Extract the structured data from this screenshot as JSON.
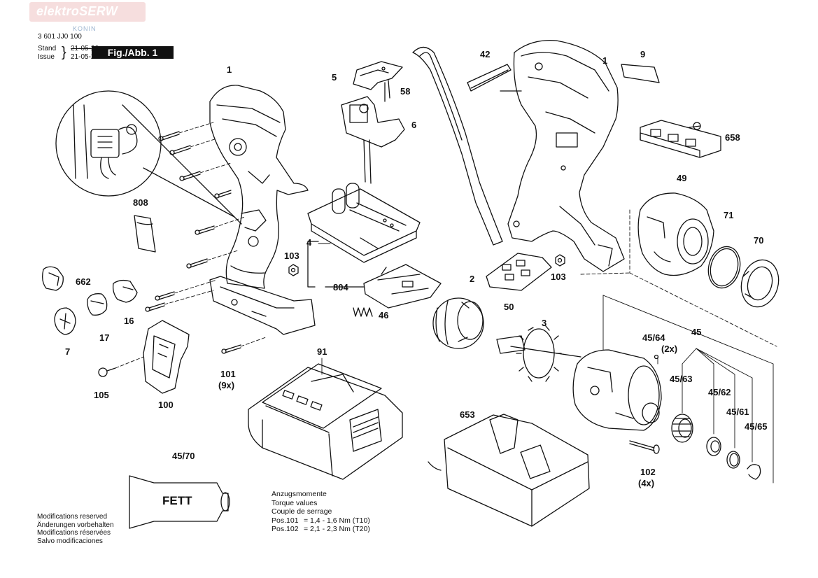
{
  "brand": {
    "name": "elektroSERW",
    "sublabel": "KONIN"
  },
  "header": {
    "drawing_number": "3 601 JJ0 100",
    "stand_label": "Stand",
    "issue_label": "Issue",
    "stand_date": "21-05-20",
    "issue_date": "21-05-27",
    "figure_label": "Fig./Abb. 1"
  },
  "parts": {
    "p1a": "1",
    "p1b": "1",
    "p2": "2",
    "p3": "3",
    "p4": "4",
    "p5": "5",
    "p6": "6",
    "p7": "7",
    "p9": "9",
    "p16": "16",
    "p17": "17",
    "p42": "42",
    "p45": "45",
    "p46": "46",
    "p49": "49",
    "p50": "50",
    "p58": "58",
    "p70": "70",
    "p71": "71",
    "p91": "91",
    "p100": "100",
    "p101": "101",
    "p101q": "(9x)",
    "p102": "102",
    "p102q": "(4x)",
    "p103a": "103",
    "p103b": "103",
    "p105": "105",
    "p653": "653",
    "p658": "658",
    "p662": "662",
    "p804": "804",
    "p808": "808",
    "p45_61": "45/61",
    "p45_62": "45/62",
    "p45_63": "45/63",
    "p45_64": "45/64",
    "p45_64q": "(2x)",
    "p45_65": "45/65",
    "p45_70": "45/70"
  },
  "grease_label": "FETT",
  "torque": {
    "title_de": "Anzugsmomente",
    "title_en": "Torque values",
    "title_fr": "Couple de serrage",
    "row1_pos": "Pos.101",
    "row1_val": "= 1,4 - 1,6 Nm (T10)",
    "row2_pos": "Pos.102",
    "row2_val": "= 2,1 - 2,3 Nm (T20)"
  },
  "modifications": {
    "en": "Modifications reserved",
    "de": "Änderungen vorbehalten",
    "fr": "Modifications réservées",
    "es": "Salvo modificaciones"
  },
  "colors": {
    "line": "#111111",
    "brand_bg": "#f6dede",
    "brand_sub": "#9bb4cf"
  }
}
